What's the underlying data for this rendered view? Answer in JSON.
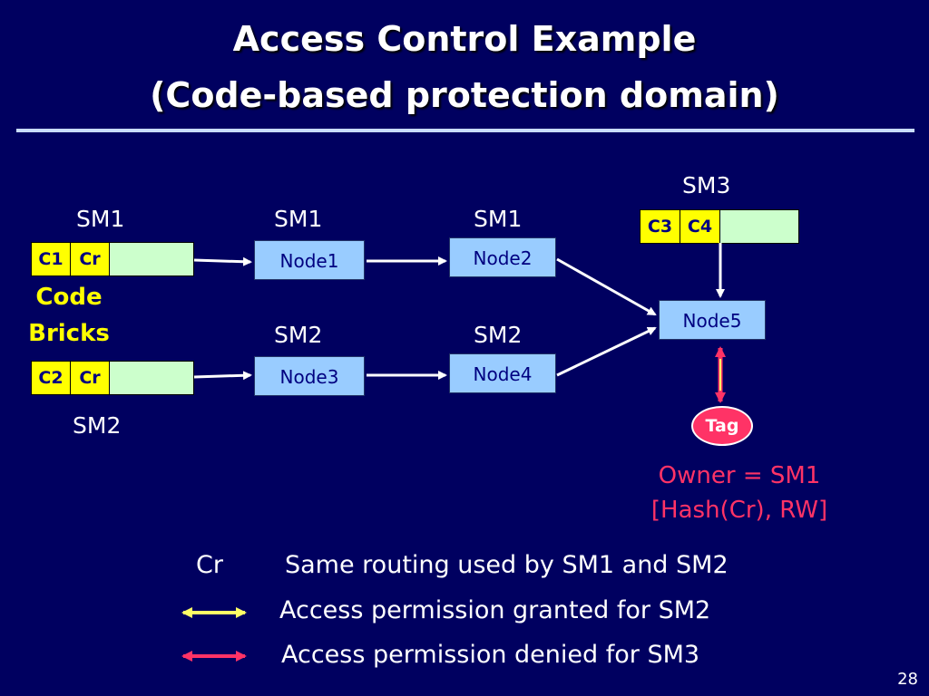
{
  "title": {
    "line1": "Access Control Example",
    "line2": "(Code-based protection domain)"
  },
  "left": {
    "sm1_label": "SM1",
    "row1": {
      "c": "C1",
      "cr": "Cr"
    },
    "bricks_label_line1": "Code",
    "bricks_label_line2": "Bricks",
    "row2": {
      "c": "C2",
      "cr": "Cr"
    },
    "sm2_label": "SM2"
  },
  "nodes": {
    "node1": {
      "label": "Node1",
      "sm": "SM1"
    },
    "node2": {
      "label": "Node2",
      "sm": "SM1"
    },
    "node3": {
      "label": "Node3",
      "sm": "SM2"
    },
    "node4": {
      "label": "Node4",
      "sm": "SM2"
    },
    "node5": {
      "label": "Node5"
    }
  },
  "sm3": {
    "label": "SM3",
    "c3": "C3",
    "c4": "C4"
  },
  "tag": {
    "label": "Tag",
    "owner_line1": "Owner = SM1",
    "owner_line2": "[Hash(Cr), RW]"
  },
  "legend": {
    "cr_key": "Cr",
    "cr_desc": "Same routing used by SM1 and SM2",
    "granted_desc": "Access permission granted for SM2",
    "denied_desc": "Access permission denied for SM3"
  },
  "colors": {
    "background": "#000060",
    "brick": "#ffff00",
    "node": "#99ccff",
    "granted_arrow": "#ffff66",
    "denied_arrow": "#ff3366"
  },
  "page_number": "28"
}
